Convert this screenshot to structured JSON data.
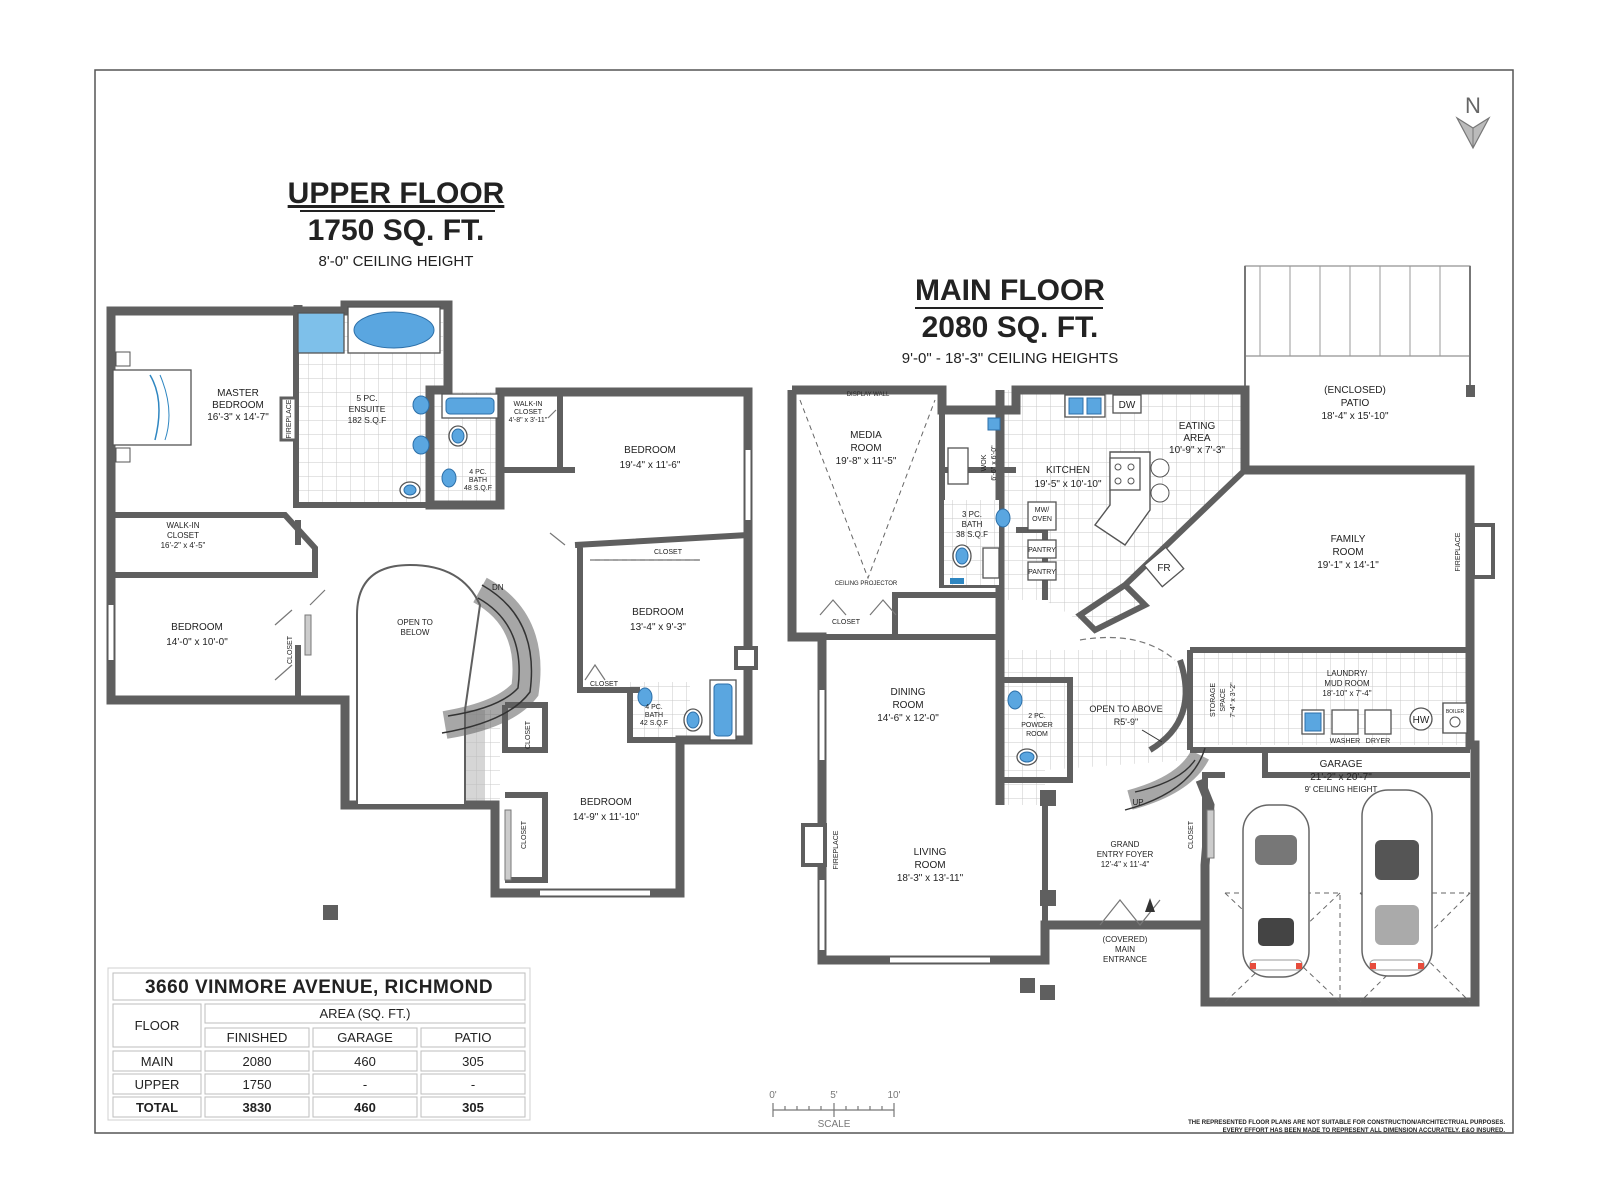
{
  "upper_floor": {
    "title": "UPPER FLOOR",
    "area": "1750 SQ. FT.",
    "ceiling": "8'-0\" CEILING HEIGHT",
    "rooms": [
      {
        "id": "master",
        "name": "MASTER",
        "name2": "BEDROOM",
        "dims": "16'-3\" x 14'-7\""
      },
      {
        "id": "ensuite",
        "name": "5 PC.",
        "name2": "ENSUITE",
        "dims": "182 S.Q.F"
      },
      {
        "id": "bath48",
        "name": "4 PC.",
        "name2": "BATH",
        "dims": "48 S.Q.F"
      },
      {
        "id": "wic1",
        "name": "WALK-IN",
        "name2": "CLOSET",
        "dims": "4'-8\" x 3'-11\""
      },
      {
        "id": "bed1",
        "name": "BEDROOM",
        "name2": "",
        "dims": "19'-4\" x 11'-6\""
      },
      {
        "id": "wic2",
        "name": "WALK-IN",
        "name2": "CLOSET",
        "dims": "16'-2\" x 4'-5\""
      },
      {
        "id": "bed2",
        "name": "BEDROOM",
        "name2": "",
        "dims": "14'-0\" x 10'-0\""
      },
      {
        "id": "open",
        "name": "OPEN TO",
        "name2": "BELOW",
        "dims": ""
      },
      {
        "id": "bed3",
        "name": "BEDROOM",
        "name2": "",
        "dims": "13'-4\" x 9'-3\""
      },
      {
        "id": "bath42",
        "name": "4 PC.",
        "name2": "BATH",
        "dims": "42 S.Q.F"
      },
      {
        "id": "bed4",
        "name": "BEDROOM",
        "name2": "",
        "dims": "14'-9\" x 11'-10\""
      }
    ],
    "closet": "CLOSET",
    "fireplace": "FIREPLACE",
    "stair": "DN"
  },
  "main_floor": {
    "title": "MAIN FLOOR",
    "area": "2080 SQ. FT.",
    "ceiling": "9'-0\" - 18'-3\" CEILING HEIGHTS",
    "rooms": [
      {
        "id": "media",
        "name": "MEDIA",
        "name2": "ROOM",
        "dims": "19'-8\" x 11'-5\""
      },
      {
        "id": "kitchen",
        "name": "KITCHEN",
        "name2": "",
        "dims": "19'-5\" x 10'-10\""
      },
      {
        "id": "eating",
        "name": "EATING",
        "name2": "AREA",
        "dims": "10'-9\" x 7'-3\""
      },
      {
        "id": "patio",
        "name": "(ENCLOSED)",
        "name2": "PATIO",
        "dims": "18'-4\" x 15'-10\""
      },
      {
        "id": "family",
        "name": "FAMILY",
        "name2": "ROOM",
        "dims": "19'-1\" x 14'-1\""
      },
      {
        "id": "bath38",
        "name": "3 PC.",
        "name2": "BATH",
        "dims": "38 S.Q.F"
      },
      {
        "id": "dining",
        "name": "DINING",
        "name2": "ROOM",
        "dims": "14'-6\" x 12'-0\""
      },
      {
        "id": "powder",
        "name": "2 PC.",
        "name2": "POWDER",
        "dims": "ROOM"
      },
      {
        "id": "openabove",
        "name": "OPEN TO ABOVE",
        "name2": "",
        "dims": "R5'-9\""
      },
      {
        "id": "storage",
        "name": "STORAGE",
        "name2": "SPACE",
        "dims": "7'-4\" x 3'-2\""
      },
      {
        "id": "laundry",
        "name": "LAUNDRY/",
        "name2": "MUD ROOM",
        "dims": "18'-10\" x 7'-4\""
      },
      {
        "id": "garage",
        "name": "GARAGE",
        "name2": "21'-2\" x 20'-7\"",
        "dims": "9' CEILING HEIGHT"
      },
      {
        "id": "living",
        "name": "LIVING",
        "name2": "ROOM",
        "dims": "18'-3\" x 13'-11\""
      },
      {
        "id": "foyer",
        "name": "GRAND",
        "name2": "ENTRY FOYER",
        "dims": "12'-4\" x 11'-4\""
      },
      {
        "id": "entrance",
        "name": "(COVERED)",
        "name2": "MAIN",
        "dims": "ENTRANCE"
      }
    ],
    "labels": {
      "display_wall": "DISPLAY WALL",
      "projector": "CEILING PROJECTOR",
      "closet": "CLOSET",
      "wok": "WOK",
      "wok_dims": "6'-6\" x 6'-0\"",
      "dw": "DW",
      "mw": "MW/",
      "oven": "OVEN",
      "pantry": "PANTRY",
      "fr": "FR",
      "fireplace": "FIREPLACE",
      "washer": "WASHER",
      "dryer": "DRYER",
      "hw": "HW",
      "boiler": "BOILER",
      "up": "UP"
    }
  },
  "compass": "N",
  "summary_table": {
    "address": "3660 VINMORE AVENUE, RICHMOND",
    "floor_header": "FLOOR",
    "area_header": "AREA (SQ. FT.)",
    "columns": [
      "FINISHED",
      "GARAGE",
      "PATIO"
    ],
    "rows": [
      {
        "floor": "MAIN",
        "finished": "2080",
        "garage": "460",
        "patio": "305"
      },
      {
        "floor": "UPPER",
        "finished": "1750",
        "garage": "-",
        "patio": "-"
      },
      {
        "floor": "TOTAL",
        "finished": "3830",
        "garage": "460",
        "patio": "305"
      }
    ]
  },
  "scale": {
    "ticks": [
      "0'",
      "5'",
      "10'"
    ],
    "label": "SCALE"
  },
  "disclaimer": [
    "THE REPRESENTED FLOOR PLANS ARE NOT SUITABLE FOR CONSTRUCTION/ARCHITECTRUAL PURPOSES.",
    "EVERY EFFORT HAS BEEN MADE TO REPRESENT ALL DIMENSION ACCURATELY. E&O INSURED."
  ]
}
